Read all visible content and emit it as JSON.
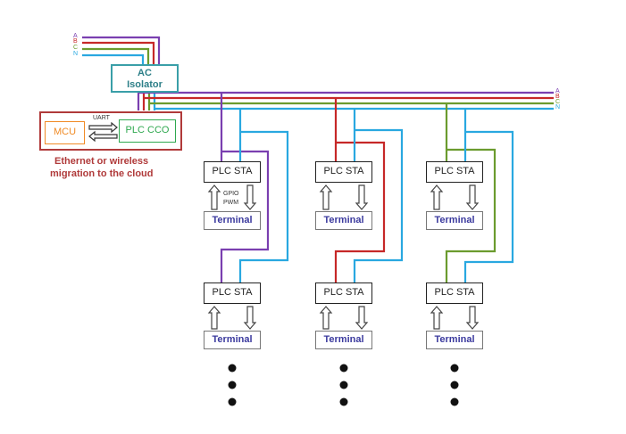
{
  "phases_top": [
    "A",
    "B",
    "C",
    "N"
  ],
  "phases_bus": [
    "A",
    "B",
    "C",
    "N"
  ],
  "ac_isolator": {
    "line1": "AC",
    "line2": "Isolator"
  },
  "mcu": "MCU",
  "uart": "UART",
  "plc_cco": "PLC CCO",
  "cloud_caption": {
    "line1": "Ethernet or wireless",
    "line2": "migration to the cloud"
  },
  "gpio": "GPIO",
  "pwm": "PWM",
  "columns": [
    {
      "sta_top": "PLC STA",
      "term_top": "Terminal",
      "sta_bottom": "PLC STA",
      "term_bottom": "Terminal",
      "color": "#7a3fb0"
    },
    {
      "sta_top": "PLC STA",
      "term_top": "Terminal",
      "sta_bottom": "PLC STA",
      "term_bottom": "Terminal",
      "color": "#c62828"
    },
    {
      "sta_top": "PLC STA",
      "term_top": "Terminal",
      "sta_bottom": "PLC STA",
      "term_bottom": "Terminal",
      "color": "#6b9b2e"
    }
  ],
  "colors": {
    "phase_a": "#7a3fb0",
    "phase_b": "#c62828",
    "phase_c": "#6b9b2e",
    "phase_n": "#29a8e0",
    "isolator_border": "#3a9fa8",
    "cloud_border": "#b03a3a",
    "mcu_border": "#f08a24",
    "cco_border": "#2fa84f"
  }
}
